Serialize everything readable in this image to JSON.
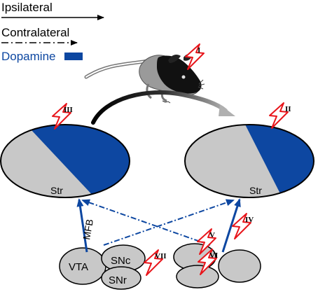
{
  "legend": {
    "ipsilateral": "Ipsilateral",
    "contralateral": "Contralateral",
    "dopamine": "Dopamine"
  },
  "regions": {
    "str_left": "Str",
    "str_right": "Str",
    "vta": "VTA",
    "snc": "SNc",
    "snr": "SNr",
    "mfb": "MFB"
  },
  "markers": {
    "i": "I",
    "ii": "II",
    "iii": "III",
    "iv": "IV",
    "v": "V",
    "vi": "VI",
    "vii": "VII"
  },
  "colors": {
    "dopamine_blue": "#0d47a1",
    "tissue_gray": "#c8c8c8",
    "bolt_red": "#e8151b"
  }
}
